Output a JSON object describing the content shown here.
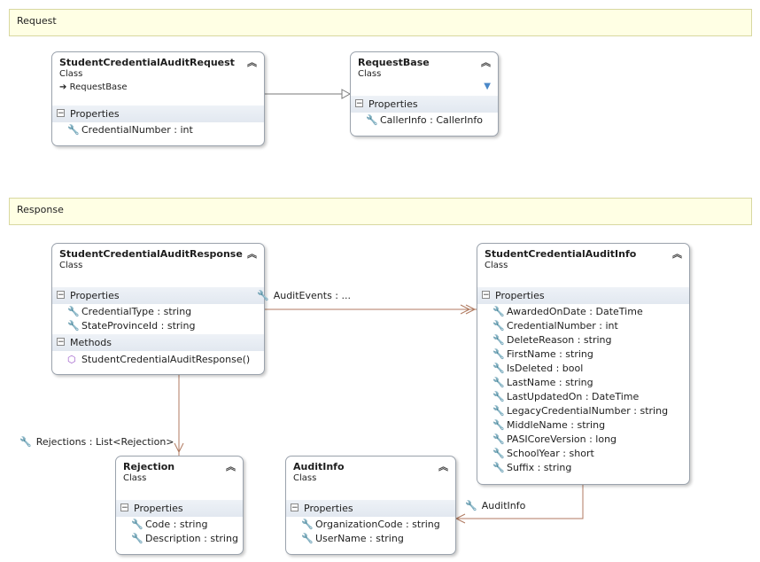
{
  "regions": {
    "request": "Request",
    "response": "Response"
  },
  "classes": {
    "scar_req": {
      "name": "StudentCredentialAuditRequest",
      "kind": "Class",
      "base": "RequestBase",
      "sections": [
        {
          "label": "Properties",
          "members": [
            "CredentialNumber : int"
          ]
        }
      ]
    },
    "request_base": {
      "name": "RequestBase",
      "kind": "Class",
      "sections": [
        {
          "label": "Properties",
          "members": [
            "CallerInfo : CallerInfo"
          ]
        }
      ]
    },
    "scar_resp": {
      "name": "StudentCredentialAuditResponse",
      "kind": "Class",
      "sections": [
        {
          "label": "Properties",
          "members": [
            "CredentialType : string",
            "StateProvinceId : string"
          ]
        },
        {
          "label": "Methods",
          "members": [
            "StudentCredentialAuditResponse()"
          ]
        }
      ]
    },
    "sca_info": {
      "name": "StudentCredentialAuditInfo",
      "kind": "Class",
      "sections": [
        {
          "label": "Properties",
          "members": [
            "AwardedOnDate : DateTime",
            "CredentialNumber : int",
            "DeleteReason : string",
            "FirstName : string",
            "IsDeleted : bool",
            "LastName : string",
            "LastUpdatedOn : DateTime",
            "LegacyCredentialNumber : string",
            "MiddleName : string",
            "PASICoreVersion : long",
            "SchoolYear : short",
            "Suffix : string"
          ]
        }
      ]
    },
    "rejection": {
      "name": "Rejection",
      "kind": "Class",
      "sections": [
        {
          "label": "Properties",
          "members": [
            "Code : string",
            "Description : string"
          ]
        }
      ]
    },
    "audit_info": {
      "name": "AuditInfo",
      "kind": "Class",
      "sections": [
        {
          "label": "Properties",
          "members": [
            "OrganizationCode : string",
            "UserName : string"
          ]
        }
      ]
    }
  },
  "associations": {
    "audit_events": "AuditEvents : ...",
    "rejections": "Rejections : List<Rejection>",
    "audit_info": "AuditInfo"
  },
  "colors": {
    "association": "#b07a60",
    "inheritance": "#7a7a7a",
    "region_fill": "#ffffe4"
  }
}
